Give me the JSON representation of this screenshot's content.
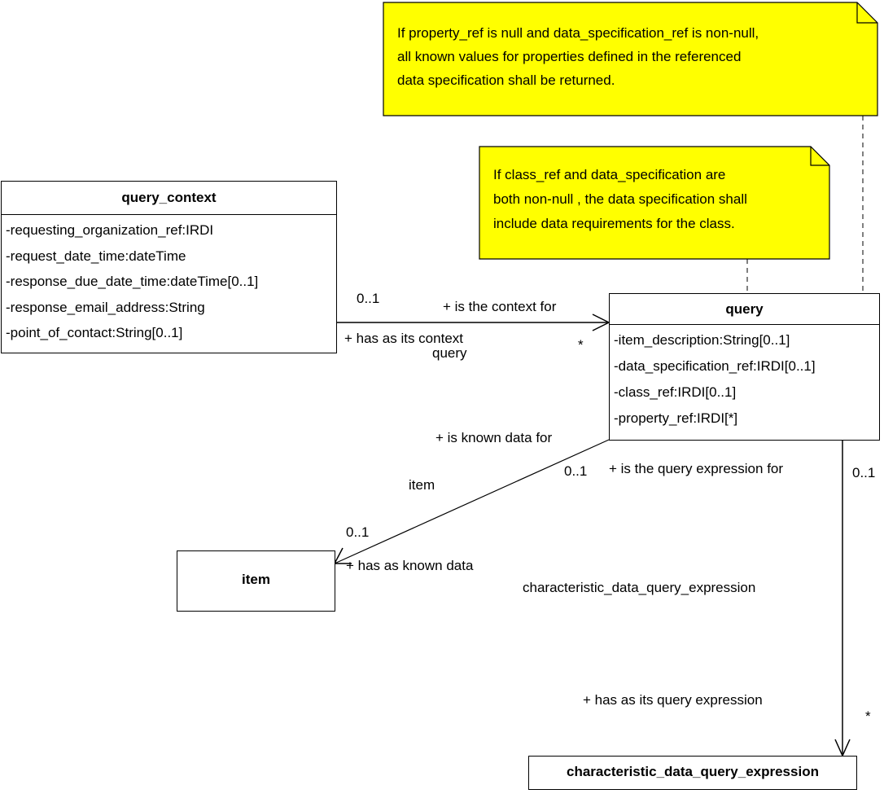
{
  "notes": [
    {
      "lines": [
        "If property_ref is null and data_specification_ref is non-null,",
        "all known values for properties defined in the referenced",
        "data specification shall be returned."
      ]
    },
    {
      "lines": [
        "If class_ref and data_specification are",
        "both non-null , the data specification shall",
        "include data requirements for the class."
      ]
    }
  ],
  "classes": {
    "query_context": {
      "name": "query_context",
      "attributes": [
        "-requesting_organization_ref:IRDI",
        "-request_date_time:dateTime",
        "-response_due_date_time:dateTime[0..1]",
        "-response_email_address:String",
        "-point_of_contact:String[0..1]"
      ]
    },
    "query": {
      "name": "query",
      "attributes": [
        "-item_description:String[0..1]",
        "-data_specification_ref:IRDI[0..1]",
        "-class_ref:IRDI[0..1]",
        "-property_ref:IRDI[*]"
      ]
    },
    "item": {
      "name": "item"
    },
    "cdqe": {
      "name": "characteristic_data_query_expression"
    }
  },
  "labels": {
    "ctx_mult_src": "0..1",
    "ctx_role_fwd": "+ is the context for",
    "ctx_role_back": "+ has as its context",
    "ctx_role_back2": "query",
    "ctx_mult_dst": "*",
    "known_role_fwd": "+ is known data for",
    "known_mult_src": "0..1",
    "known_assoc_name": "item",
    "known_mult_dst": "0..1",
    "known_role_back": "+ has as known data",
    "expr_role_fwd": "+ is the query expression for",
    "expr_mult_src": "0..1",
    "expr_assoc_name": "characteristic_data_query_expression",
    "expr_role_back": "+ has as its query expression",
    "expr_mult_dst": "*"
  },
  "colors": {
    "note_fill": "#ffff00",
    "line": "#000000"
  }
}
